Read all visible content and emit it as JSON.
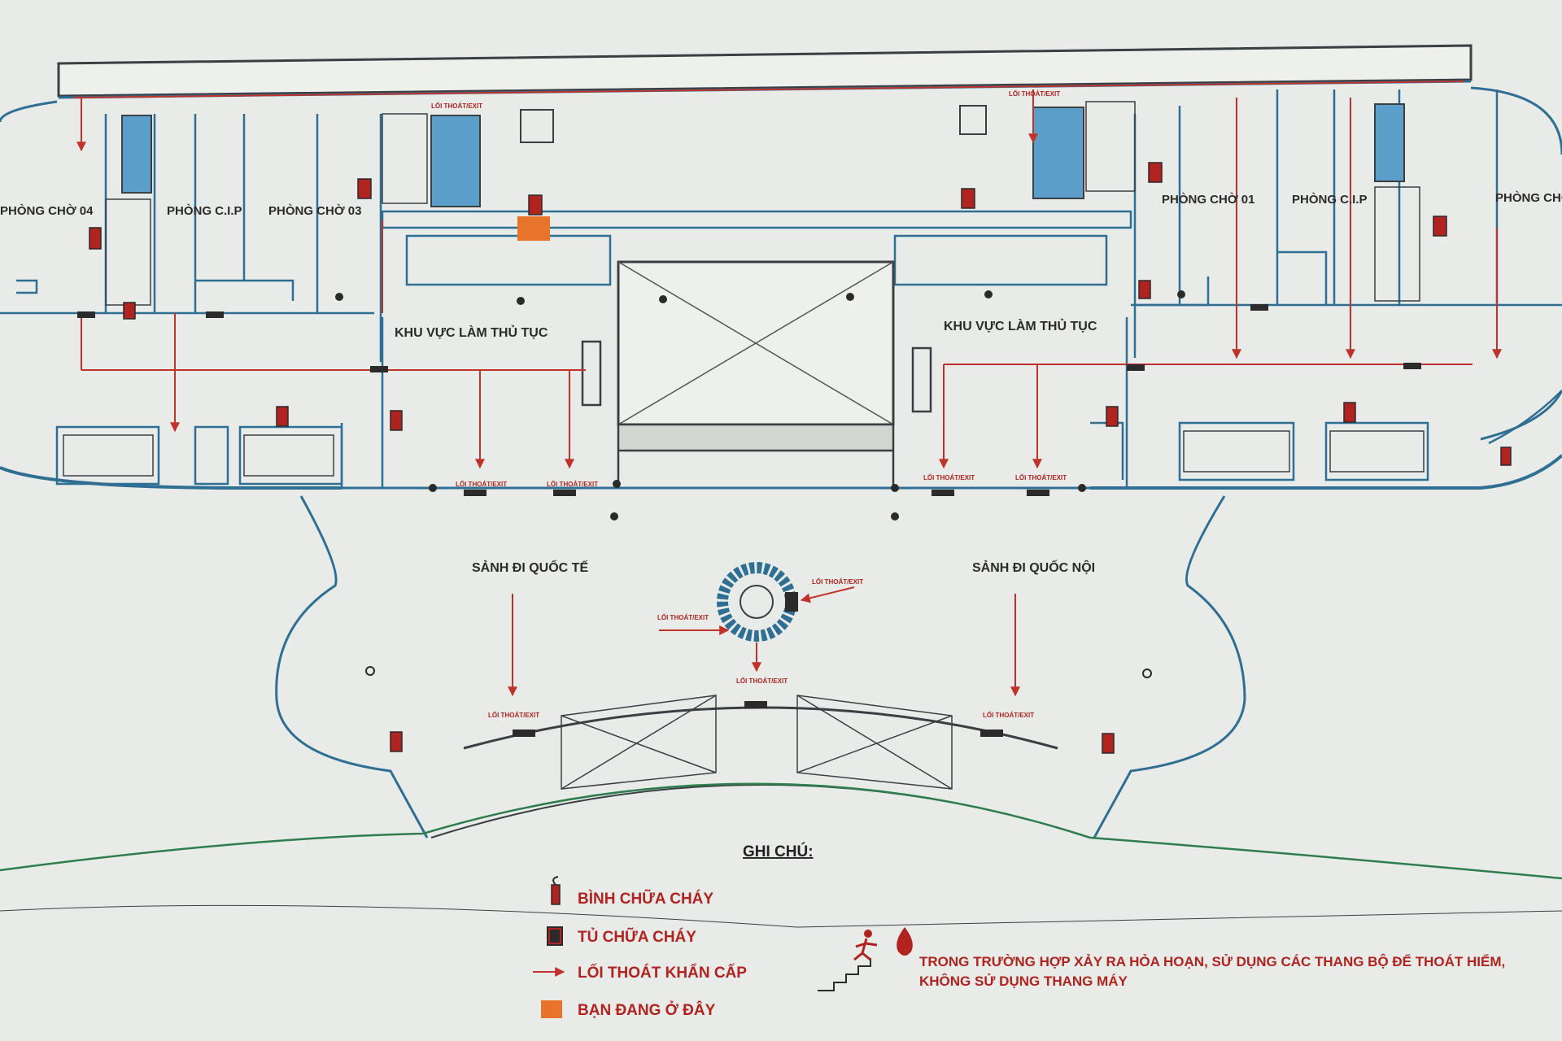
{
  "colors": {
    "wall": "#2f6f94",
    "route": "#c0332a",
    "here": "#e8732a",
    "outline": "#3a3f44",
    "lift": "#5b9ec9",
    "paper": "#e9ebe8"
  },
  "rooms": {
    "wait_04": "PHÒNG CHỜ 04",
    "cip_left": "PHÒNG C.I.P",
    "wait_03": "PHÒNG CHỜ 03",
    "wait_01": "PHÒNG CHỜ 01",
    "cip_right": "PHÒNG C.I.P",
    "wait_right": "PHÒNG CHỜ"
  },
  "areas": {
    "checkin_left": "KHU VỰC LÀM THỦ TỤC",
    "checkin_right": "KHU VỰC LÀM THỦ TỤC",
    "lobby_intl": "SẢNH ĐI QUỐC TẾ",
    "lobby_dom": "SẢNH ĐI QUỐC NỘI"
  },
  "exit_label": "LỐI THOÁT/EXIT",
  "legend": {
    "title": "GHI CHÚ:",
    "items": [
      {
        "icon": "fire-extinguisher-icon",
        "label": "BÌNH CHỮA CHÁY"
      },
      {
        "icon": "fire-cabinet-icon",
        "label": "TỦ CHỮA CHÁY"
      },
      {
        "icon": "arrow-icon",
        "label": "LỐI THOÁT KHẨN CẤP"
      },
      {
        "icon": "you-are-here-icon",
        "label": "BẠN ĐANG Ở ĐÂY"
      }
    ],
    "note_line1": "TRONG TRƯỜNG HỢP XẢY RA HỎA HOẠN, SỬ DỤNG CÁC THANG BỘ ĐỂ THOÁT HIỂM,",
    "note_line2": "KHÔNG SỬ DỤNG THANG MÁY",
    "note_icon": "running-stairs-fire-icon"
  }
}
